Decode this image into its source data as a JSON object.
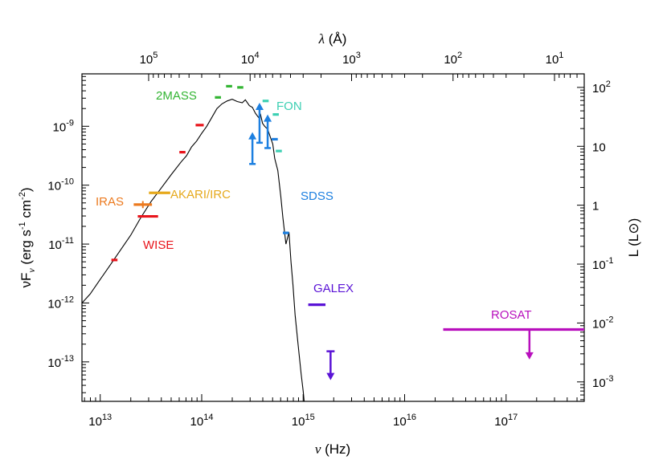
{
  "chart_data": {
    "type": "scatter",
    "title": "",
    "xlabel": {
      "sym": "ν",
      "unit": " (Hz)"
    },
    "ylabel": {
      "pre": "νF",
      "sub": "ν",
      "mid": " (erg s",
      "sup1": "-1",
      "mid2": " cm",
      "sup2": "-2",
      "post": ")"
    },
    "top_xlabel": {
      "sym": "λ",
      "unit": " (Å)"
    },
    "right_ylabel": {
      "pre": "L (L",
      "sym": "⊙",
      "post": ")"
    },
    "x_scale": "log",
    "y_scale": "log",
    "xlim_log10_hz": [
      12.82,
      17.77
    ],
    "ylim_log10_flux": [
      -13.67,
      -8.11
    ],
    "x_ticks": [
      {
        "exp": "13",
        "v": 13
      },
      {
        "exp": "14",
        "v": 14
      },
      {
        "exp": "15",
        "v": 15
      },
      {
        "exp": "16",
        "v": 16
      },
      {
        "exp": "17",
        "v": 17
      }
    ],
    "y_ticks": [
      {
        "exp": "-13",
        "v": -13
      },
      {
        "exp": "-12",
        "v": -12
      },
      {
        "exp": "-11",
        "v": -11
      },
      {
        "exp": "-10",
        "v": -10
      },
      {
        "exp": "-9",
        "v": -9
      }
    ],
    "top_ticks": [
      {
        "exp": "5",
        "lam": 5
      },
      {
        "exp": "4",
        "lam": 4
      },
      {
        "exp": "3",
        "lam": 3
      },
      {
        "exp": "2",
        "lam": 2
      },
      {
        "exp": "1",
        "lam": 1
      }
    ],
    "right_ticks": [
      {
        "label": "10",
        "exp": "2",
        "v": -8.34
      },
      {
        "label": "10",
        "exp": "",
        "v": -9.34
      },
      {
        "label": "1",
        "exp": "",
        "v": -10.34
      },
      {
        "label": "10",
        "exp": "-1",
        "v": -11.34
      },
      {
        "label": "10",
        "exp": "-2",
        "v": -12.34
      },
      {
        "label": "10",
        "exp": "-3",
        "v": -13.34
      }
    ],
    "model_curve": [
      [
        12.82,
        -12.0
      ],
      [
        12.9,
        -11.85
      ],
      [
        13.0,
        -11.6
      ],
      [
        13.1,
        -11.35
      ],
      [
        13.2,
        -11.1
      ],
      [
        13.3,
        -10.85
      ],
      [
        13.4,
        -10.55
      ],
      [
        13.5,
        -10.28
      ],
      [
        13.6,
        -10.05
      ],
      [
        13.7,
        -9.82
      ],
      [
        13.8,
        -9.6
      ],
      [
        13.85,
        -9.5
      ],
      [
        13.9,
        -9.35
      ],
      [
        13.95,
        -9.25
      ],
      [
        14.0,
        -9.12
      ],
      [
        14.05,
        -9.0
      ],
      [
        14.1,
        -8.85
      ],
      [
        14.15,
        -8.7
      ],
      [
        14.2,
        -8.62
      ],
      [
        14.25,
        -8.57
      ],
      [
        14.3,
        -8.54
      ],
      [
        14.35,
        -8.58
      ],
      [
        14.4,
        -8.6
      ],
      [
        14.43,
        -8.55
      ],
      [
        14.47,
        -8.65
      ],
      [
        14.5,
        -8.68
      ],
      [
        14.53,
        -8.78
      ],
      [
        14.56,
        -8.85
      ],
      [
        14.58,
        -8.8
      ],
      [
        14.6,
        -8.95
      ],
      [
        14.62,
        -9.0
      ],
      [
        14.65,
        -9.05
      ],
      [
        14.68,
        -9.2
      ],
      [
        14.7,
        -9.3
      ],
      [
        14.72,
        -9.55
      ],
      [
        14.75,
        -9.75
      ],
      [
        14.78,
        -10.2
      ],
      [
        14.8,
        -10.55
      ],
      [
        14.83,
        -11.0
      ],
      [
        14.86,
        -10.8
      ],
      [
        14.88,
        -11.3
      ],
      [
        14.9,
        -11.7
      ],
      [
        14.92,
        -12.2
      ],
      [
        14.95,
        -12.7
      ],
      [
        14.98,
        -13.2
      ],
      [
        15.0,
        -13.5
      ],
      [
        15.01,
        -13.67
      ]
    ],
    "series": [
      {
        "name": "WISE",
        "color": "#e8141b",
        "bars": [
          [
            13.11,
            13.17,
            -11.27
          ],
          [
            13.78,
            13.84,
            -9.44
          ],
          [
            13.94,
            14.02,
            -8.98
          ],
          [
            13.37,
            13.57,
            -10.53
          ]
        ]
      },
      {
        "name": "IRAS",
        "color": "#ec7a1f",
        "bars": [
          [
            13.33,
            13.51,
            -10.33
          ]
        ],
        "errs": [
          [
            13.42,
            -10.39,
            -10.27
          ]
        ]
      },
      {
        "name": "AKARI/IRC",
        "color": "#e6a91c",
        "bars": [
          [
            13.48,
            13.69,
            -10.13
          ]
        ]
      },
      {
        "name": "2MASS",
        "color": "#33b533",
        "bars": [
          [
            14.13,
            14.19,
            -8.51
          ],
          [
            14.24,
            14.3,
            -8.32
          ],
          [
            14.35,
            14.41,
            -8.34
          ]
        ]
      },
      {
        "name": "FON",
        "color": "#3dd0b3",
        "bars": [
          [
            14.6,
            14.66,
            -8.57
          ],
          [
            14.7,
            14.76,
            -8.8
          ],
          [
            14.73,
            14.79,
            -9.42
          ]
        ]
      },
      {
        "name": "SDSS",
        "color": "#1c7fe0",
        "bars": [
          [
            14.69,
            14.75,
            -9.22
          ],
          [
            14.8,
            14.86,
            -10.81
          ]
        ],
        "lower_limits": [
          [
            14.5,
            -9.64,
            -9.1
          ],
          [
            14.57,
            -9.28,
            -8.6
          ],
          [
            14.65,
            -9.37,
            -8.8
          ]
        ]
      },
      {
        "name": "GALEX",
        "color": "#5a13d6",
        "bars": [
          [
            15.05,
            15.22,
            -12.03
          ]
        ],
        "upper_limits": [
          [
            15.27,
            -12.82,
            -13.31
          ]
        ]
      },
      {
        "name": "ROSAT",
        "color": "#b80fbd",
        "bars": [
          [
            16.38,
            17.77,
            -12.45
          ]
        ],
        "upper_limits": [
          [
            17.23,
            -12.45,
            -12.96
          ]
        ]
      }
    ],
    "labels": [
      {
        "text": "IRAS",
        "series": "IRAS"
      },
      {
        "text": "AKARI/IRC",
        "series": "AKARI/IRC"
      },
      {
        "text": "WISE",
        "series": "WISE"
      },
      {
        "text": "2MASS",
        "series": "2MASS"
      },
      {
        "text": "FON",
        "series": "FON"
      },
      {
        "text": "SDSS",
        "series": "SDSS"
      },
      {
        "text": "GALEX",
        "series": "GALEX"
      },
      {
        "text": "ROSAT",
        "series": "ROSAT"
      }
    ]
  }
}
